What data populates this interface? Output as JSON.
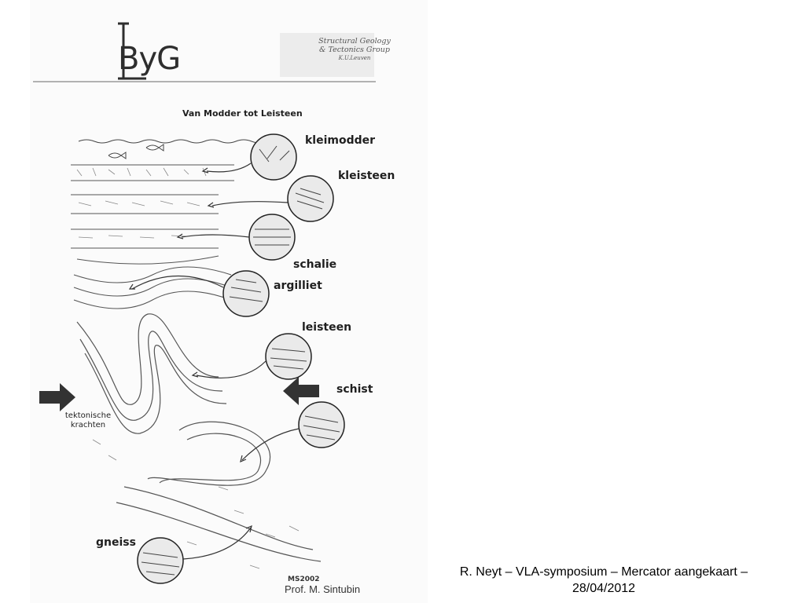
{
  "logo": {
    "text": "ByG",
    "subtitle_line1": "Structural Geology",
    "subtitle_line2": "& Tectonics Group",
    "subtitle_line3": "K.U.Leuven"
  },
  "diagram": {
    "title": "Van Modder tot Leisteen",
    "stages": [
      "kleimodder",
      "kleisteen",
      "schalie",
      "argilliet",
      "leisteen",
      "schist",
      "gneiss"
    ],
    "forces_label_line1": "tektonische",
    "forces_label_line2": "krachten",
    "credit": "MS2002"
  },
  "author": "Prof. M.  Sintubin",
  "footer": {
    "line1": "R. Neyt – VLA-symposium – Mercator aangekaart –",
    "line2": "28/04/2012"
  }
}
